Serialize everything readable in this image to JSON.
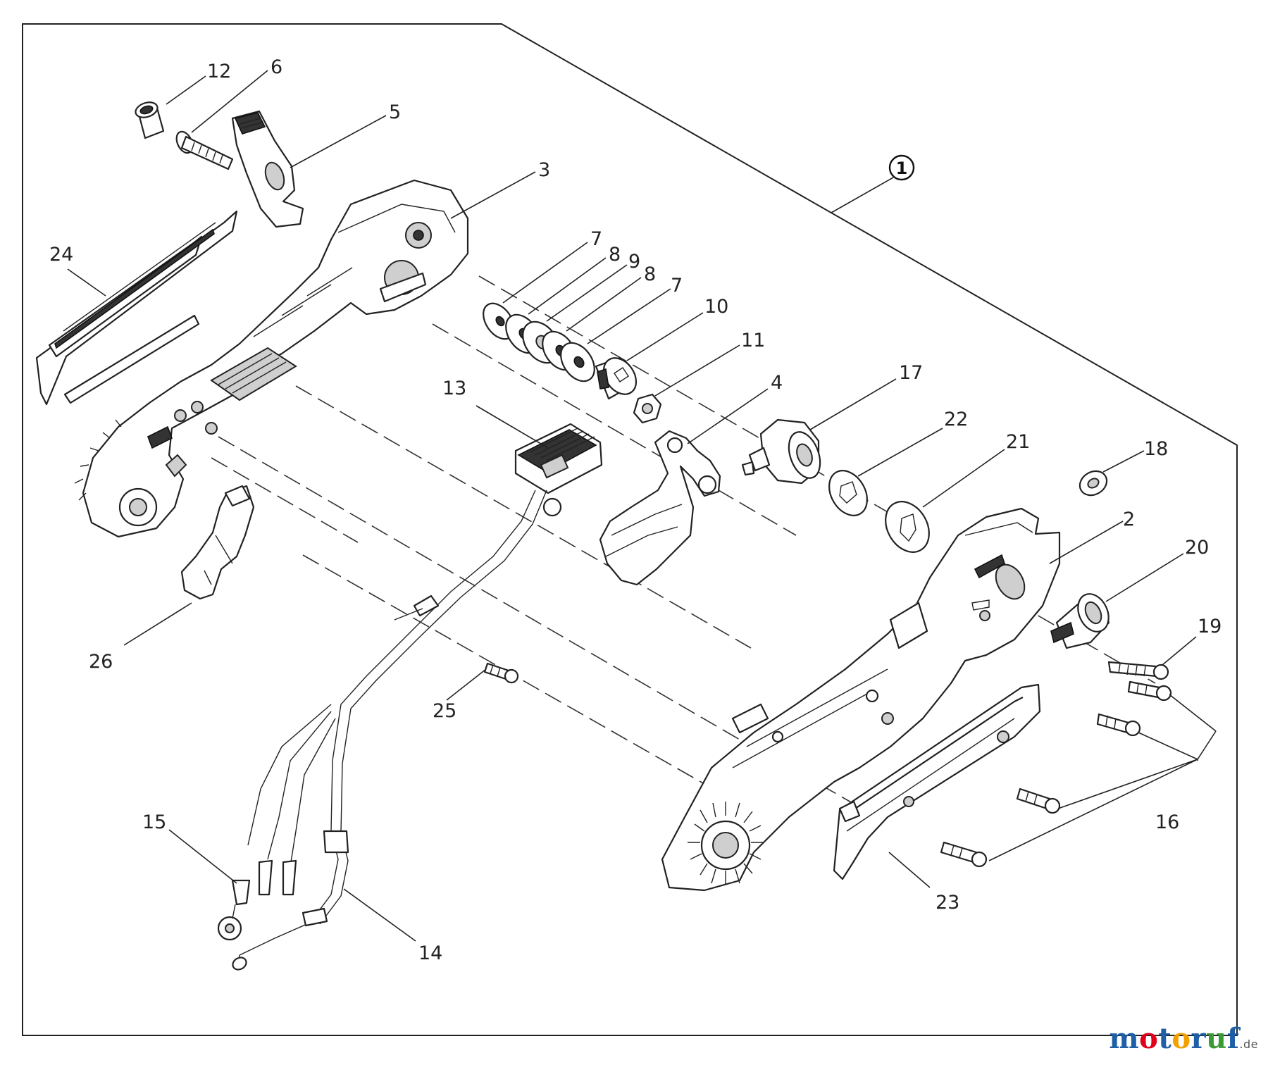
{
  "diagram": {
    "assembly_callout": "1",
    "callouts": {
      "p12": "12",
      "p6": "6",
      "p5": "5",
      "p3": "3",
      "p24": "24",
      "p7a": "7",
      "p8a": "8",
      "p9": "9",
      "p8b": "8",
      "p7b": "7",
      "p10": "10",
      "p11": "11",
      "p17": "17",
      "p4": "4",
      "p13": "13",
      "p22": "22",
      "p21": "21",
      "p18": "18",
      "p2": "2",
      "p20": "20",
      "p19": "19",
      "p26": "26",
      "p25": "25",
      "p16": "16",
      "p15": "15",
      "p23": "23",
      "p14": "14"
    }
  },
  "watermark": {
    "brand_parts": [
      {
        "text": "m",
        "color": "#1f5fa8"
      },
      {
        "text": "o",
        "color": "#e2001a"
      },
      {
        "text": "t",
        "color": "#1f5fa8"
      },
      {
        "text": "o",
        "color": "#f4a100"
      },
      {
        "text": "r",
        "color": "#1f5fa8"
      },
      {
        "text": "u",
        "color": "#3a9a35"
      },
      {
        "text": "f",
        "color": "#1f5fa8"
      }
    ],
    "tld": ".de"
  }
}
